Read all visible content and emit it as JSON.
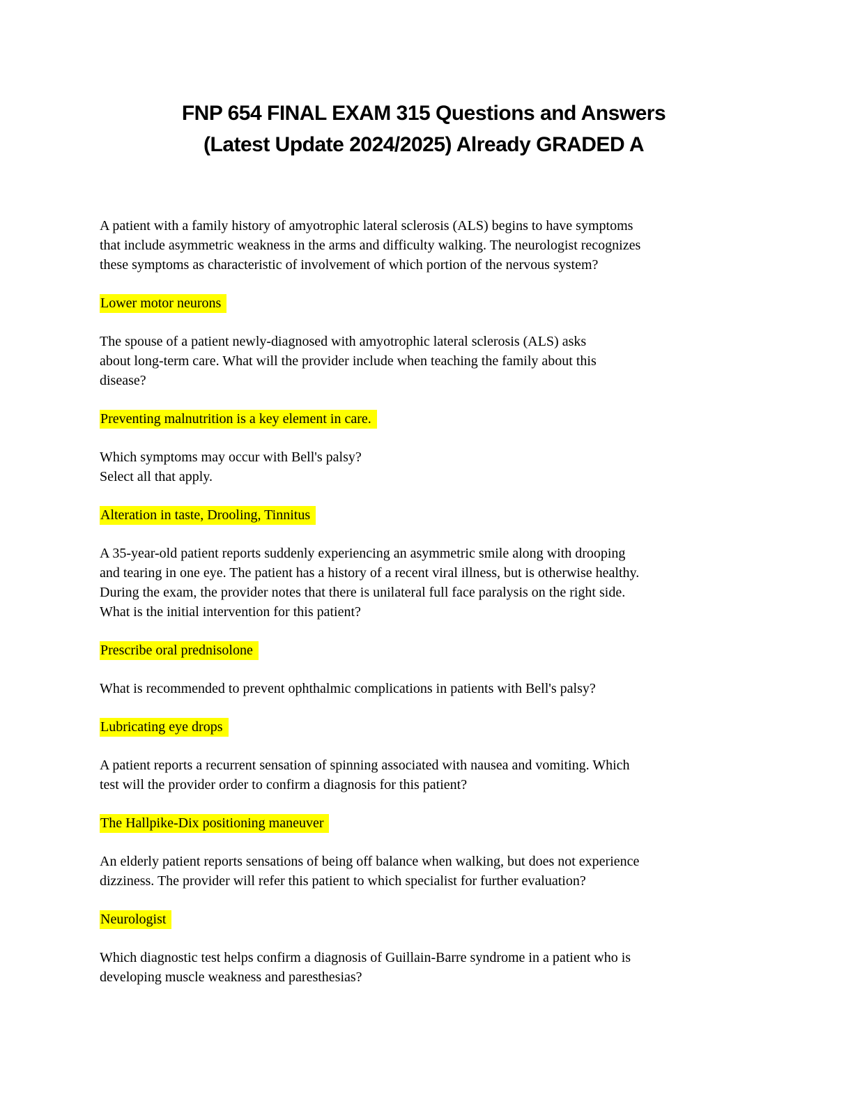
{
  "document": {
    "title_line1": "FNP 654 FINAL EXAM 315 Questions and Answers",
    "title_line2": "(Latest Update 2024/2025) Already GRADED A",
    "highlight_color": "#ffff00"
  },
  "qa": [
    {
      "question": "A patient with a family history of amyotrophic lateral sclerosis (ALS) begins to have symptoms\nthat include asymmetric weakness in the arms and difficulty walking. The neurologist recognizes\nthese symptoms as characteristic of involvement of which portion of the nervous system?",
      "answer": "Lower motor neurons"
    },
    {
      "question": "The spouse of a patient newly-diagnosed with amyotrophic lateral sclerosis (ALS) asks\nabout long-term care. What will the provider include when teaching the family about this\ndisease?",
      "answer": "Preventing malnutrition is a key element in care."
    },
    {
      "question": "Which symptoms may occur with Bell's palsy?\nSelect all that apply.",
      "answer": "Alteration in taste, Drooling, Tinnitus"
    },
    {
      "question": "A 35-year-old patient reports suddenly experiencing an asymmetric smile along with drooping\nand tearing in one eye. The patient has a history of a recent viral illness, but is otherwise healthy.\nDuring the exam, the provider notes that there is unilateral full face paralysis on the right side.\nWhat is the initial intervention for this patient?",
      "answer": "Prescribe oral prednisolone"
    },
    {
      "question": "What is recommended to prevent ophthalmic complications in patients with Bell's palsy?",
      "answer": "Lubricating eye drops"
    },
    {
      "question": "A patient reports a recurrent sensation of spinning associated with nausea and vomiting. Which\ntest will the provider order to confirm a diagnosis for this patient?",
      "answer": "The Hallpike-Dix positioning maneuver"
    },
    {
      "question": "An elderly patient reports sensations of being off balance when walking, but does not experience\ndizziness. The provider will refer this patient to which specialist for further evaluation?",
      "answer": "Neurologist"
    },
    {
      "question": "Which diagnostic test helps confirm a diagnosis of Guillain-Barre syndrome in a patient who is\ndeveloping muscle weakness and paresthesias?"
    }
  ]
}
